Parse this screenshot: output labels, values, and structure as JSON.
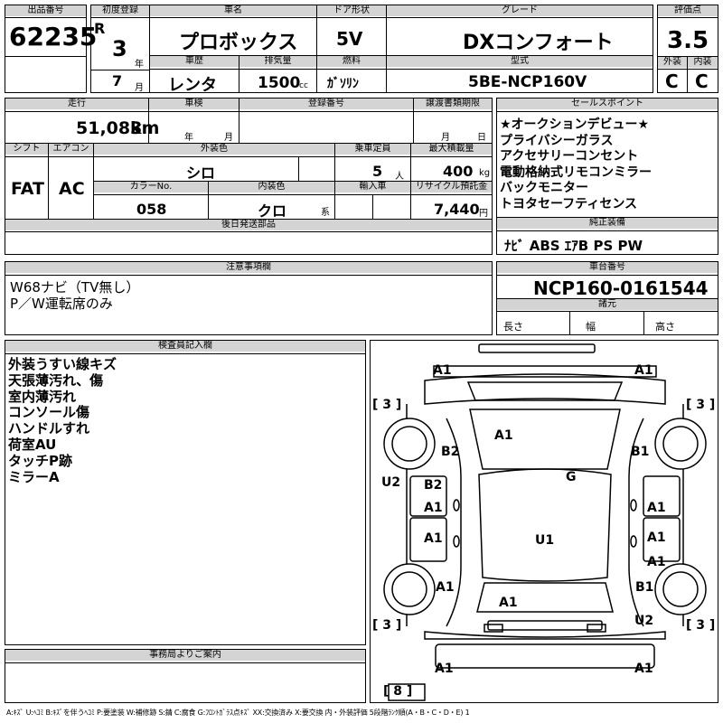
{
  "lot": {
    "label": "出品番号",
    "value": "62235"
  },
  "first_reg": {
    "label": "初度登録",
    "era": "R",
    "year": "3",
    "year_unit": "年",
    "month": "7",
    "month_unit": "月"
  },
  "car_name": {
    "label": "車名",
    "value": "プロボックス"
  },
  "door": {
    "label": "ドア形状",
    "value": "5V"
  },
  "grade": {
    "label": "グレード",
    "value": "DXコンフォート"
  },
  "score": {
    "label": "評価点",
    "value": "3.5",
    "ext_label": "外装",
    "ext": "C",
    "int_label": "内装",
    "int": "C"
  },
  "history": {
    "label": "車歴",
    "value": "レンタ"
  },
  "displacement": {
    "label": "排気量",
    "value": "1500",
    "unit": "cc"
  },
  "fuel": {
    "label": "燃料",
    "value": "ｶﾞｿﾘﾝ"
  },
  "model": {
    "label": "型式",
    "value": "5BE-NCP160V"
  },
  "mileage": {
    "label": "走行",
    "value": "51,083",
    "unit": "km"
  },
  "inspection": {
    "label": "車検",
    "year_unit": "年",
    "month_unit": "月"
  },
  "reg_no": {
    "label": "登録番号"
  },
  "transfer": {
    "label": "譲渡書類期限",
    "month_unit": "月",
    "day_unit": "日"
  },
  "shift": {
    "label": "シフト",
    "value": "FAT"
  },
  "aircon": {
    "label": "エアコン",
    "value": "AC"
  },
  "ext_color": {
    "label": "外装色",
    "value": "シロ"
  },
  "capacity": {
    "label": "乗車定員",
    "value": "5",
    "unit": "人"
  },
  "max_load": {
    "label": "最大積載量",
    "value": "400",
    "unit": "kg"
  },
  "color_no": {
    "label": "カラーNo.",
    "value": "058"
  },
  "int_color": {
    "label": "内装色",
    "value": "クロ",
    "unit": "系"
  },
  "import": {
    "label": "輸入車"
  },
  "recycle": {
    "label": "リサイクル預託金",
    "value": "7,440",
    "unit": "円"
  },
  "later_parts": {
    "label": "後日発送部品"
  },
  "sales_points": {
    "label": "セールスポイント",
    "items": [
      "★オークションデビュー★",
      "プライバシーガラス",
      "アクセサリーコンセント",
      "電動格納式リモコンミラー",
      "バックモニター",
      "トヨタセーフティセンス"
    ]
  },
  "equipment": {
    "label": "純正装備",
    "value": "ﾅﾋﾞ ABS ｴｱB PS PW"
  },
  "notes": {
    "label": "注意事項欄",
    "lines": [
      "W68ナビ（TV無し）",
      "P／W運転席のみ"
    ]
  },
  "chassis": {
    "label": "車台番号",
    "value": "NCP160-0161544"
  },
  "specs": {
    "label": "諸元",
    "length": "長さ",
    "width": "幅",
    "height": "高さ"
  },
  "inspector": {
    "label": "検査員記入欄",
    "lines": [
      "外装うすい線キズ",
      "天張薄汚れ、傷",
      "室内薄汚れ",
      "コンソール傷",
      "ハンドルすれ",
      "荷室AU",
      "タッチP跡",
      "ミラーA"
    ]
  },
  "office": {
    "label": "事務局よりご案内"
  },
  "damage": {
    "tire_front_left": "[ 3 ]",
    "tire_front_right": "[ 3 ]",
    "tire_rear_left": "[ 3 ]",
    "tire_rear_right": "[ 3 ]",
    "spare": "[ 8 ]",
    "marks": [
      "A1",
      "A1",
      "A1",
      "B2",
      "B1",
      "G",
      "U2",
      "B2",
      "A1",
      "A1",
      "A1",
      "U1",
      "A1",
      "A1",
      "B1",
      "A1",
      "A1",
      "U2",
      "A1",
      "A1"
    ]
  },
  "legend": "A:ｷｽﾞ U:ﾍｺﾐ B:ｷｽﾞを伴うﾍｺﾐ P:要塗装 W:補修跡 S:錆 C:腐食 G:ﾌﾛﾝﾄｶﾞﾗｽ点ｷｽﾞ XX:交換済み X:要交換 内・外装評価 5段階ﾗﾝｸ順(A・B・C・D・E) 1"
}
